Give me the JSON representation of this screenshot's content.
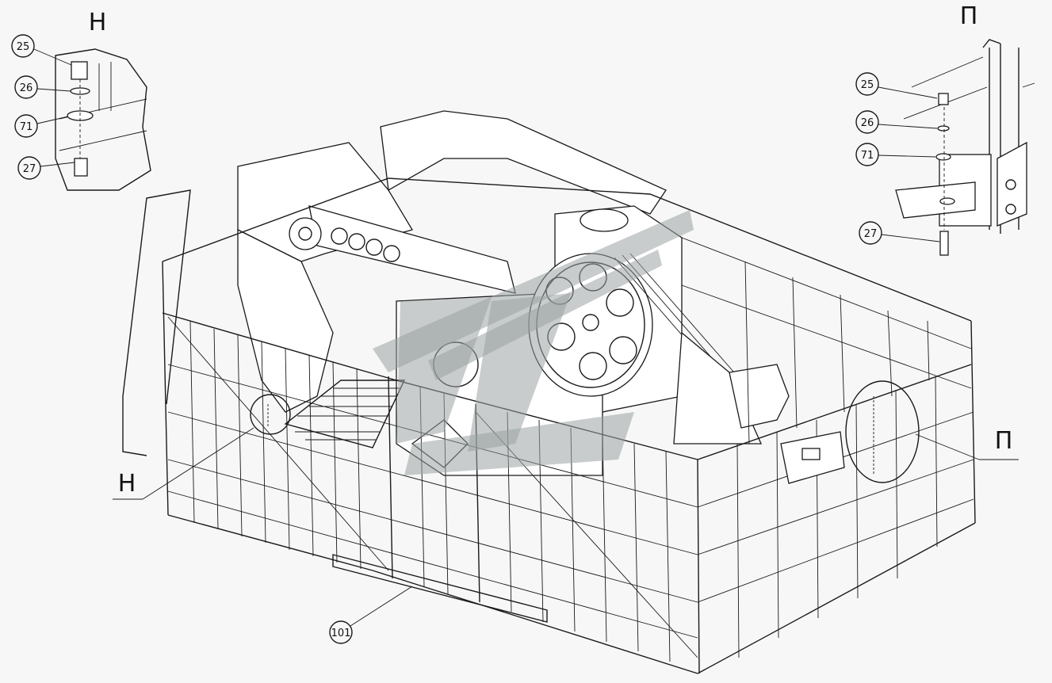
{
  "view_labels": {
    "detail_left": "Н",
    "detail_right": "П",
    "main_left": "Н",
    "main_right": "П"
  },
  "callouts": {
    "left_detail": [
      "25",
      "26",
      "71",
      "27"
    ],
    "right_detail": [
      "25",
      "26",
      "71",
      "27"
    ],
    "main_fence": "101"
  },
  "colors": {
    "line": "#1a1a1a",
    "background": "#f7f7f7",
    "watermark": "#9aa3a3"
  }
}
